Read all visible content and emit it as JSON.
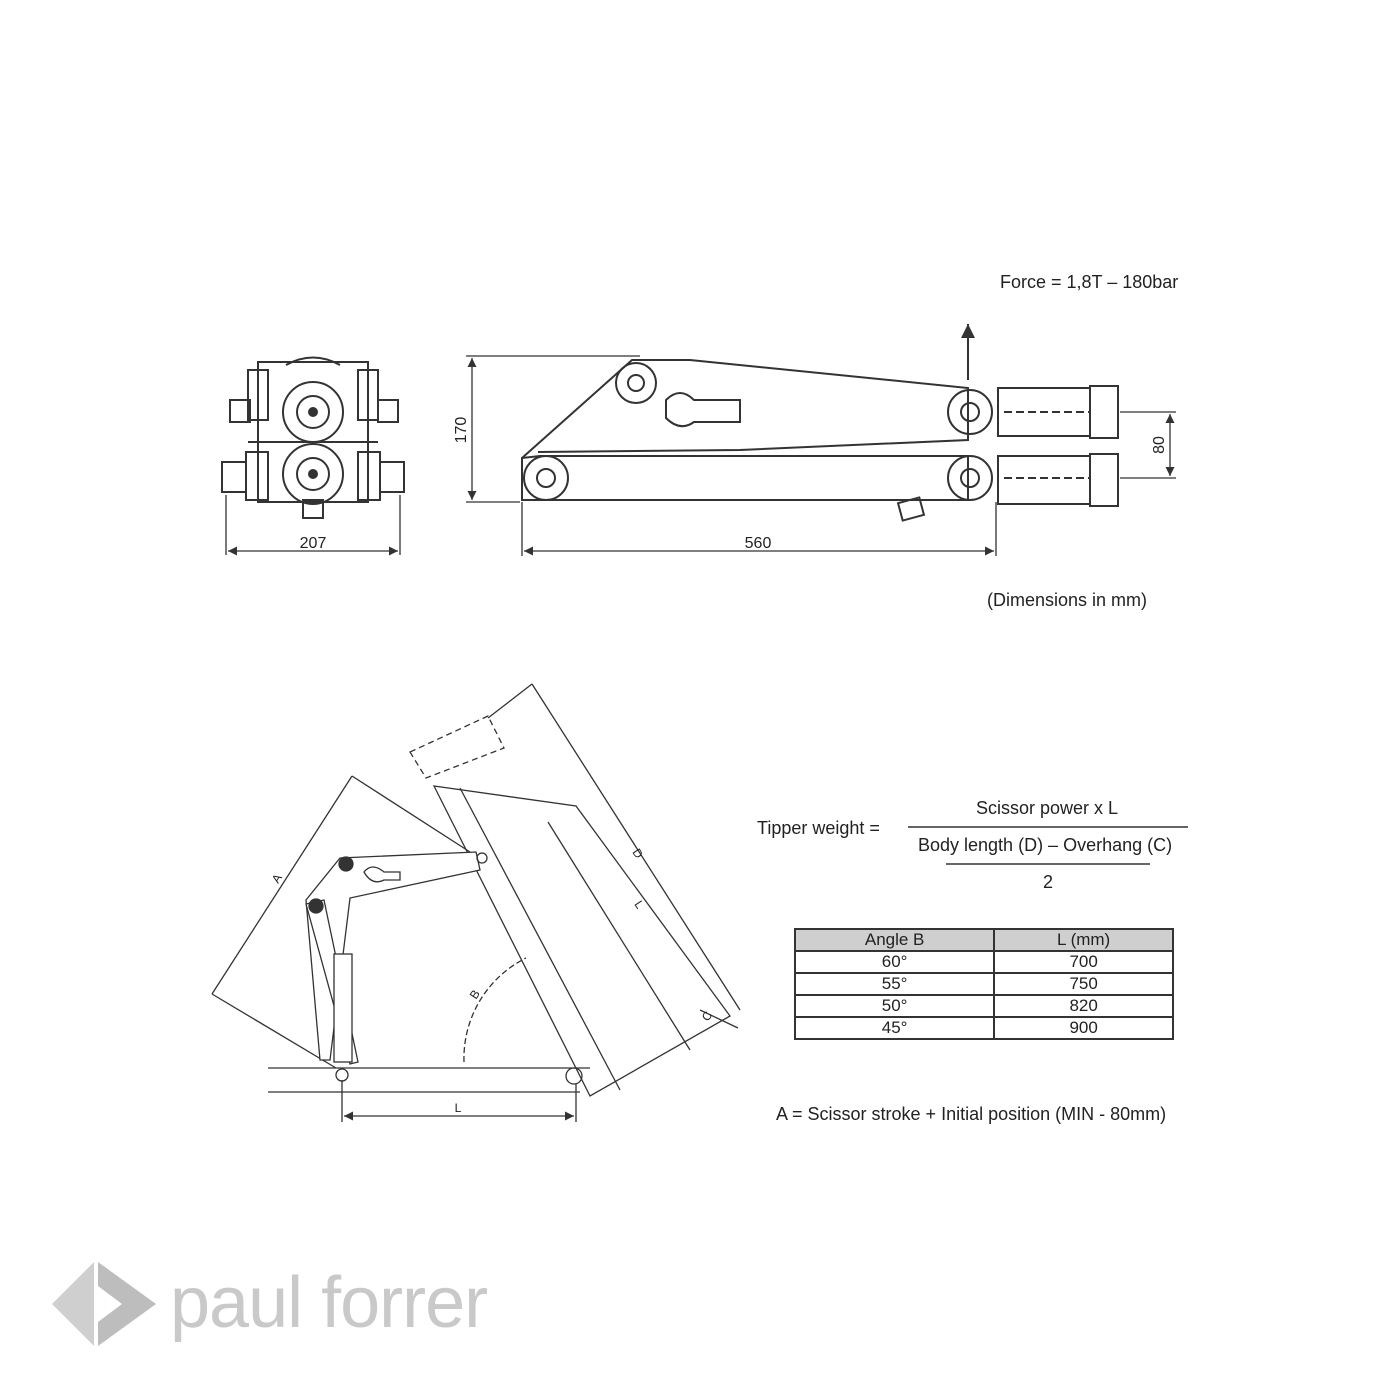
{
  "header": {
    "force": "Force = 1,8T – 180bar"
  },
  "dimensions": {
    "width_front": "207",
    "height_side": "170",
    "length_side": "560",
    "cylinder_spacing": "80",
    "note": "(Dimensions in mm)"
  },
  "geometry_labels": {
    "A": "A",
    "B": "B",
    "C": "C",
    "D": "D",
    "L_arm": "L",
    "L_base": "L"
  },
  "formula": {
    "lhs": "Tipper weight =",
    "numerator": "Scissor power x L",
    "denominator_top": "Body length (D) – Overhang (C)",
    "denominator_bottom": "2"
  },
  "angle_table": {
    "headers": [
      "Angle B",
      "L (mm)"
    ],
    "rows": [
      [
        "60°",
        "700"
      ],
      [
        "55°",
        "750"
      ],
      [
        "50°",
        "820"
      ],
      [
        "45°",
        "900"
      ]
    ]
  },
  "footnote": "A = Scissor stroke + Initial position (MIN - 80mm)",
  "brand": {
    "name": "paul forrer",
    "color": "#c9c9c9"
  }
}
